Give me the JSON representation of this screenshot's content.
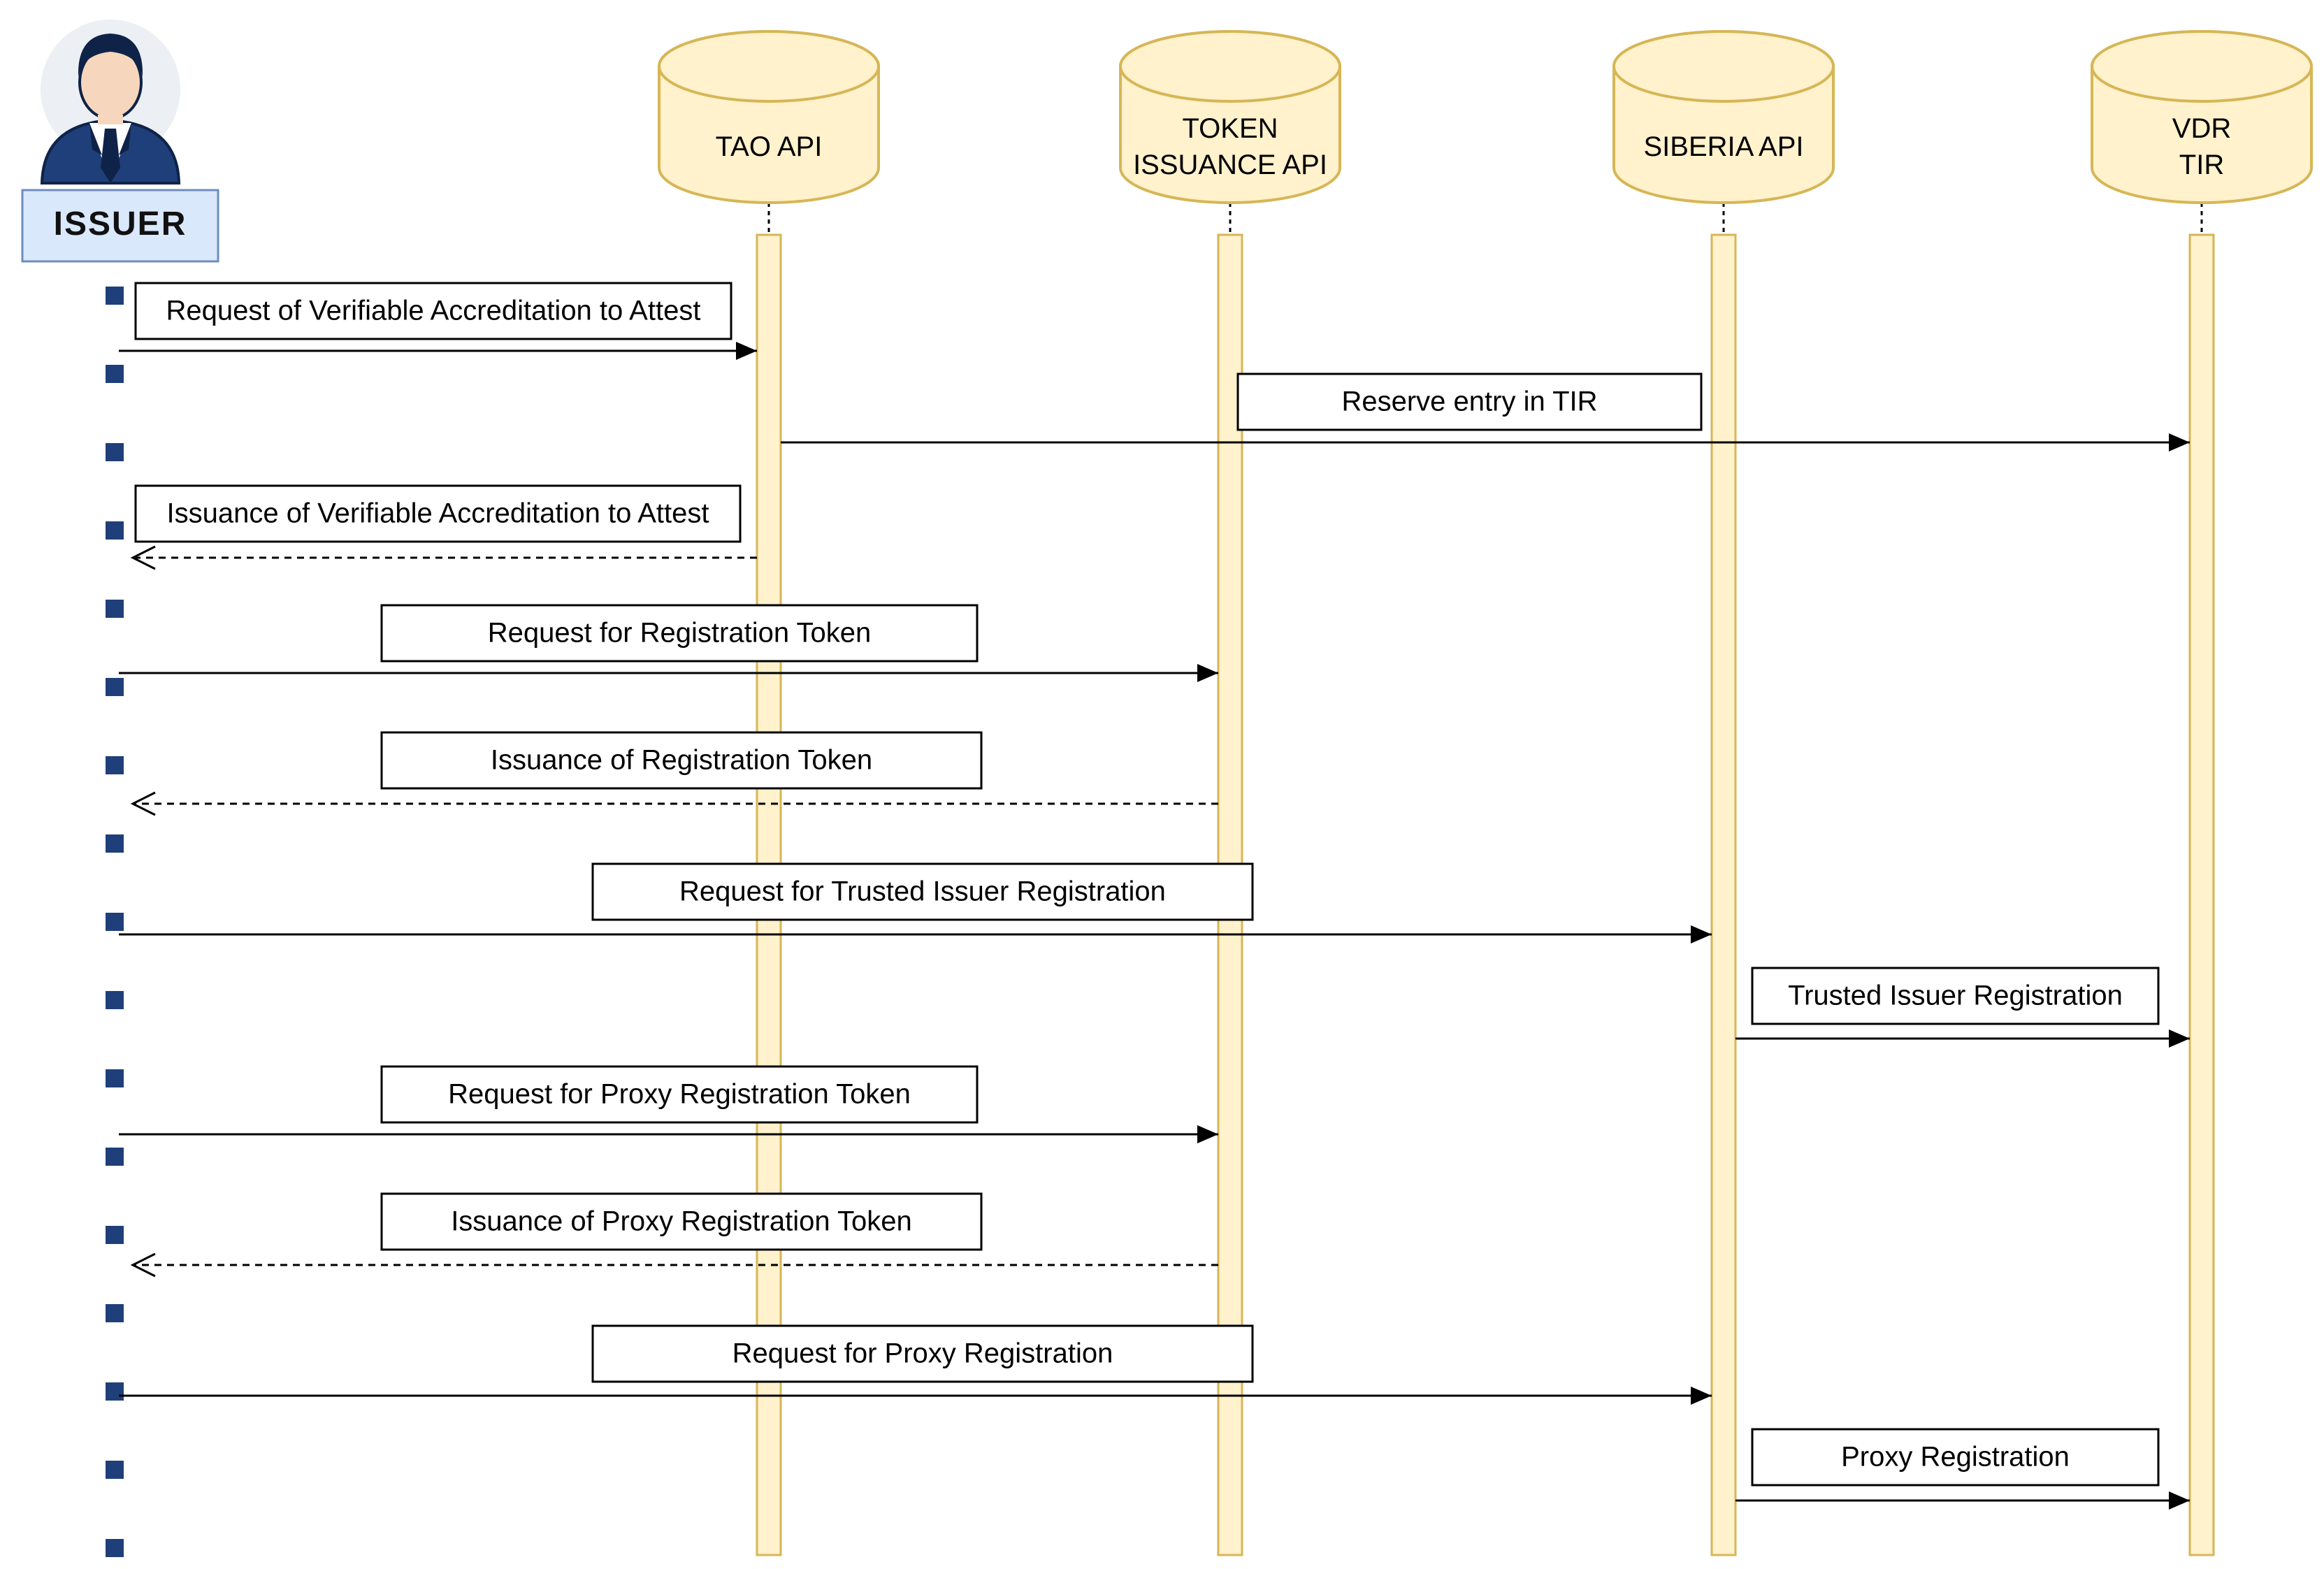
{
  "actor": {
    "label": "ISSUER",
    "icon": "businessman-icon",
    "box_fill": "#dae8fc",
    "box_stroke": "#6c8ebf"
  },
  "participants": [
    {
      "id": "tao",
      "lines": [
        "TAO API"
      ]
    },
    {
      "id": "token",
      "lines": [
        "TOKEN",
        "ISSUANCE API"
      ]
    },
    {
      "id": "siberia",
      "lines": [
        "SIBERIA API"
      ]
    },
    {
      "id": "vdr",
      "lines": [
        "VDR",
        "TIR"
      ]
    }
  ],
  "colors": {
    "participant_fill": "#fff2cc",
    "participant_stroke": "#d6b656",
    "lifeline": "#fff2cc",
    "marker": "#1f3f7a",
    "arrow": "#000000"
  },
  "messages": [
    {
      "label": "Request of Verifiable Accreditation to Attest",
      "from": "issuer",
      "to": "tao",
      "style": "solid"
    },
    {
      "label": "Reserve entry in TIR",
      "from": "tao",
      "to": "vdr",
      "style": "solid"
    },
    {
      "label": "Issuance of Verifiable Accreditation to Attest",
      "from": "tao",
      "to": "issuer",
      "style": "dashed"
    },
    {
      "label": "Request for Registration Token",
      "from": "issuer",
      "to": "token",
      "style": "solid"
    },
    {
      "label": "Issuance of Registration Token",
      "from": "token",
      "to": "issuer",
      "style": "dashed"
    },
    {
      "label": "Request for Trusted Issuer Registration",
      "from": "issuer",
      "to": "siberia",
      "style": "solid"
    },
    {
      "label": "Trusted Issuer Registration",
      "from": "siberia",
      "to": "vdr",
      "style": "solid"
    },
    {
      "label": "Request for Proxy Registration Token",
      "from": "issuer",
      "to": "token",
      "style": "solid"
    },
    {
      "label": "Issuance of Proxy Registration Token",
      "from": "token",
      "to": "issuer",
      "style": "dashed"
    },
    {
      "label": "Request for Proxy Registration",
      "from": "issuer",
      "to": "siberia",
      "style": "solid"
    },
    {
      "label": "Proxy Registration",
      "from": "siberia",
      "to": "vdr",
      "style": "solid"
    }
  ]
}
